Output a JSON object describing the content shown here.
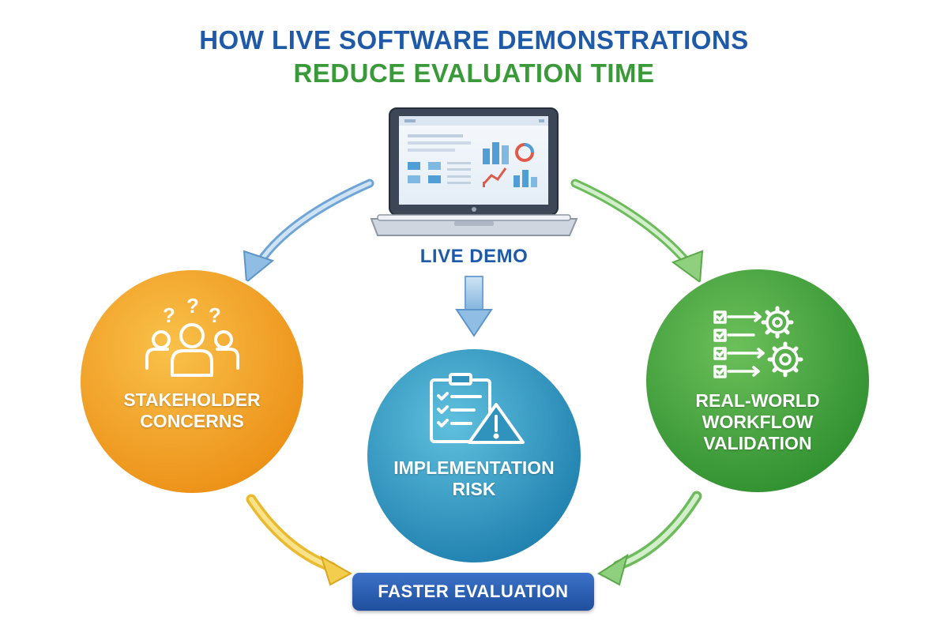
{
  "title": {
    "line1": "HOW LIVE SOFTWARE DEMONSTRATIONS",
    "line2": "REDUCE EVALUATION TIME"
  },
  "center": {
    "label": "LIVE DEMO"
  },
  "nodes": {
    "stakeholder": {
      "line1": "STAKEHOLDER",
      "line2": "CONCERNS"
    },
    "risk": {
      "line1": "IMPLEMENTATION",
      "line2": "RISK"
    },
    "workflow": {
      "line1": "REAL-WORLD",
      "line2": "WORKFLOW",
      "line3": "VALIDATION"
    }
  },
  "result": {
    "label": "FASTER EVALUATION"
  },
  "colors": {
    "title_blue": "#1f5aa8",
    "title_green": "#3a9a3a",
    "orange": "#f2a023",
    "blue": "#2f93bd",
    "green": "#45a53f",
    "pill": "#2a5db0"
  }
}
